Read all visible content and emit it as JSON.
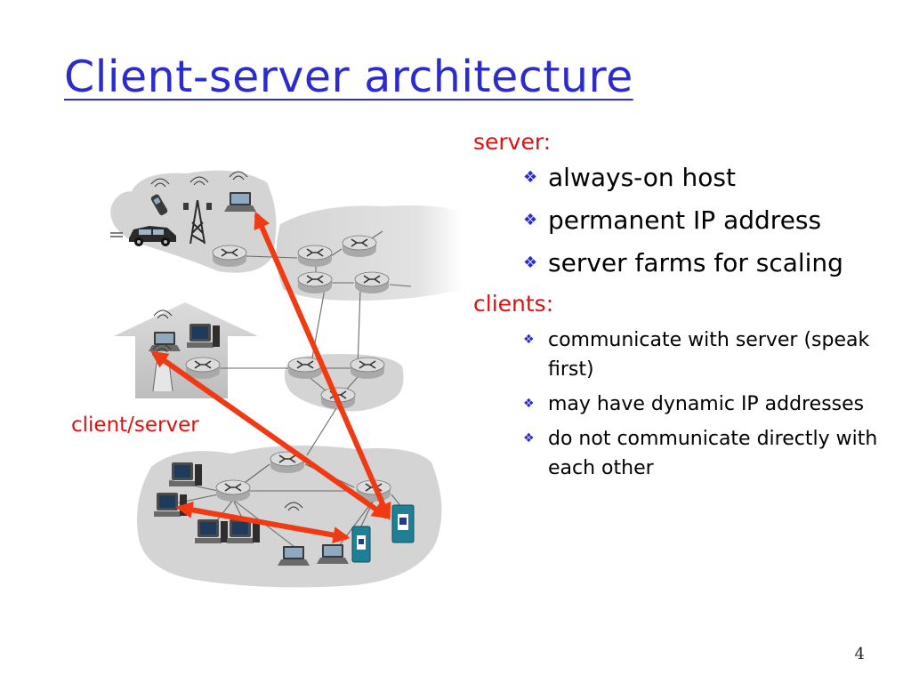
{
  "slide": {
    "title": "Client-server architecture",
    "page_number": "4"
  },
  "server": {
    "heading": "server:",
    "bullets": [
      "always-on host",
      "permanent IP address",
      "server farms for scaling"
    ]
  },
  "clients": {
    "heading": "clients:",
    "bullets": [
      "communicate with server (speak first)",
      "may have dynamic IP addresses",
      "do not communicate directly with each other"
    ]
  },
  "diagram": {
    "label": "client/server",
    "colors": {
      "arrow": "#f03a14",
      "cloud": "#d4d4d4",
      "router": "#cfcfcf",
      "server": "#1f7f95",
      "link": "#6a6a6a"
    }
  }
}
